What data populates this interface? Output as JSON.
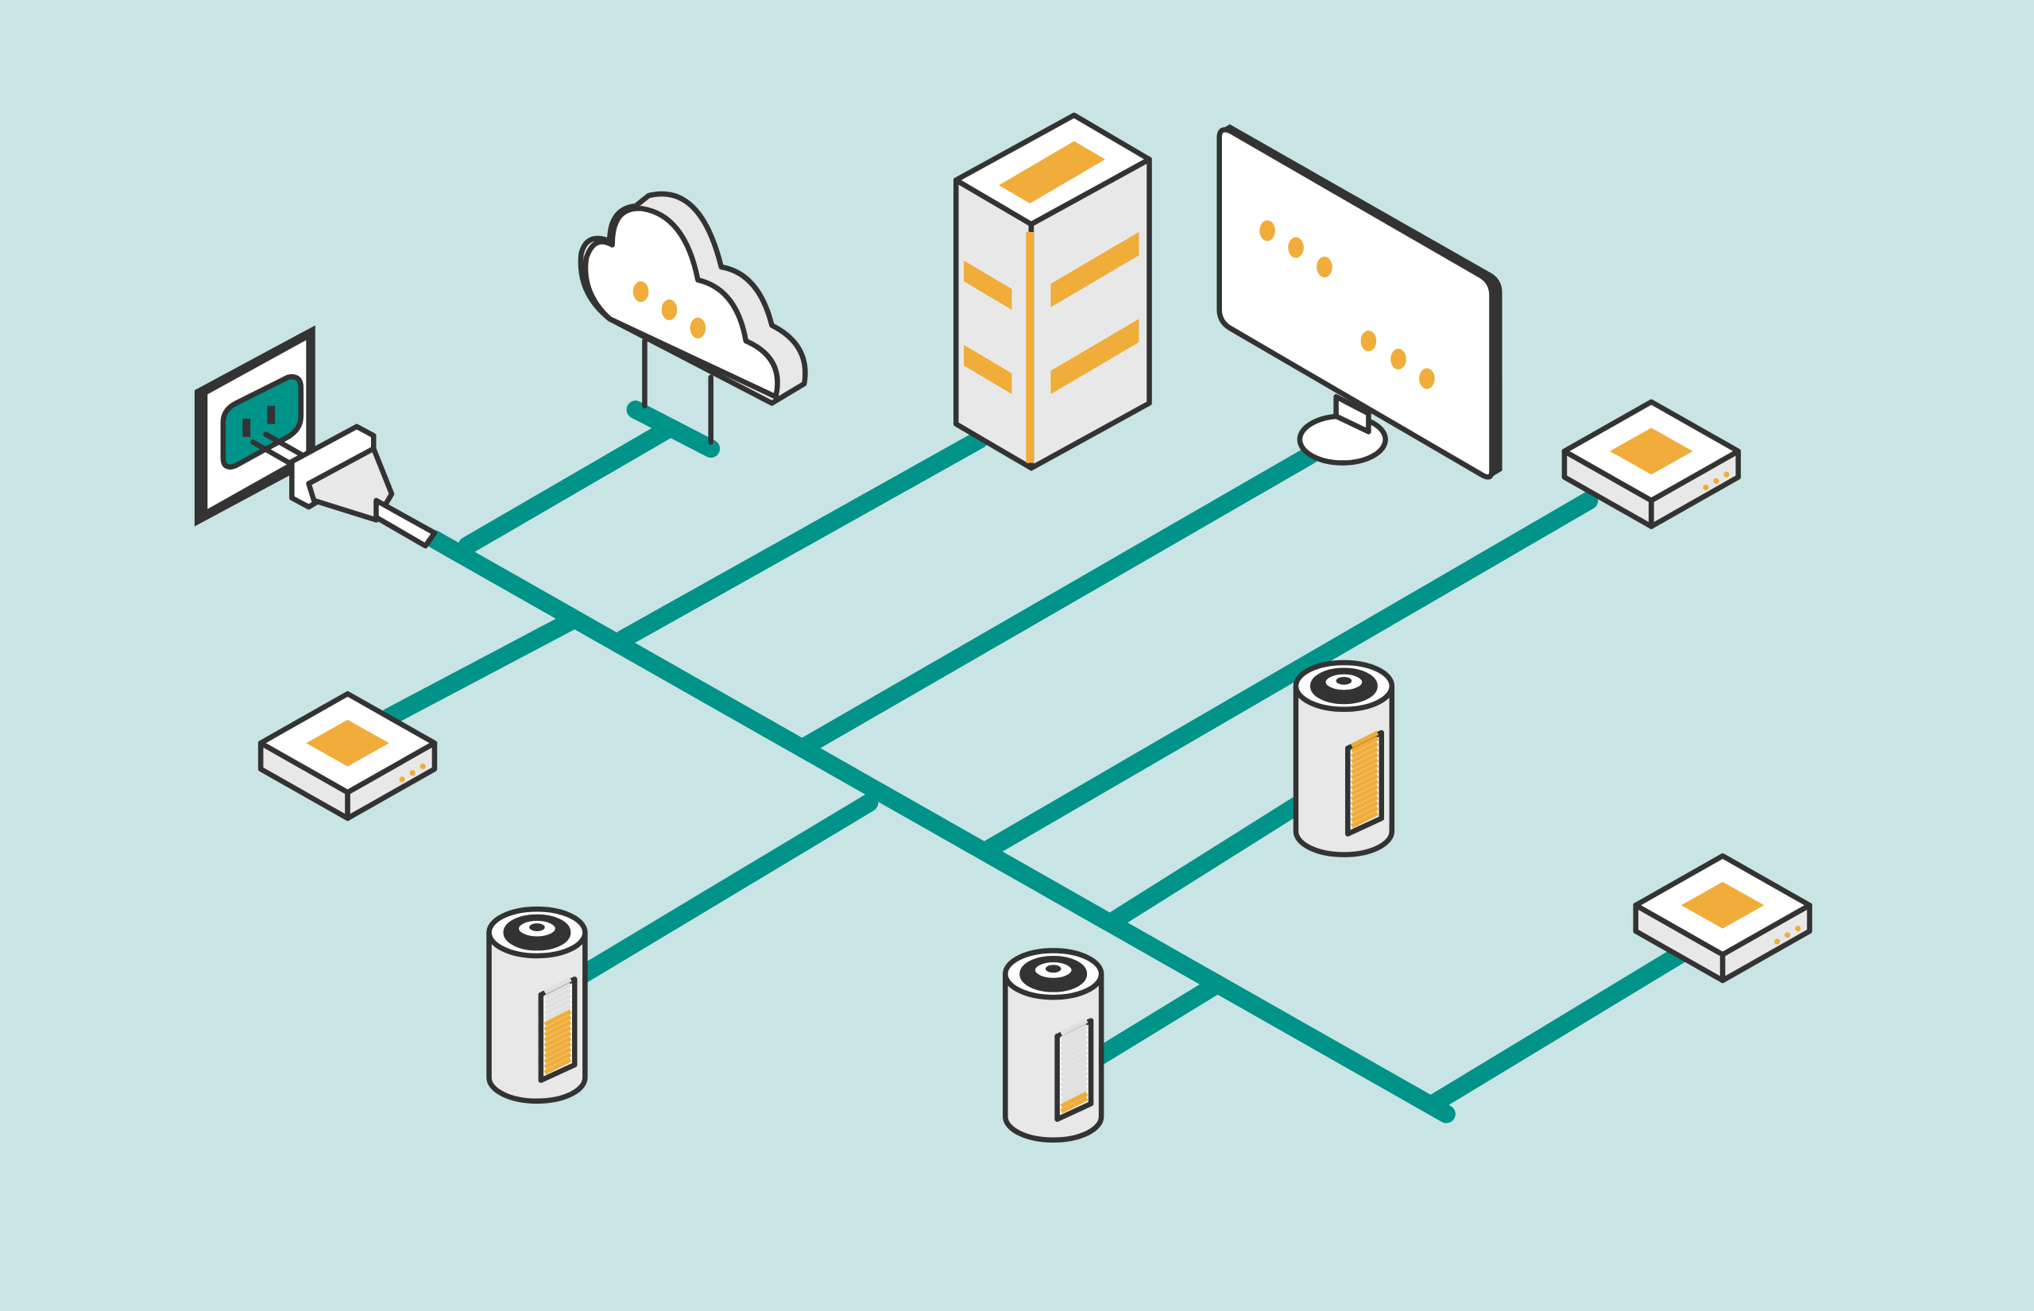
{
  "colors": {
    "background": "#c9e4e4",
    "connector": "#009389",
    "outline": "#333333",
    "accent": "#f0ad3a",
    "device_face": "#ffffff",
    "device_side": "#e8e8e8",
    "socket": "#009389"
  },
  "devices": {
    "outlet": {
      "icon": "power-outlet-icon"
    },
    "plug": {
      "icon": "power-plug-icon"
    },
    "cloud": {
      "icon": "cloud-icon"
    },
    "server": {
      "icon": "server-tower-icon"
    },
    "monitor": {
      "icon": "monitor-icon"
    },
    "routers": [
      {
        "icon": "router-icon"
      },
      {
        "icon": "router-icon"
      },
      {
        "icon": "router-icon"
      }
    ],
    "batteries": [
      {
        "icon": "battery-icon",
        "charge_percent": 60
      },
      {
        "icon": "battery-icon",
        "charge_percent": 15
      },
      {
        "icon": "battery-icon",
        "charge_percent": 100
      }
    ]
  }
}
